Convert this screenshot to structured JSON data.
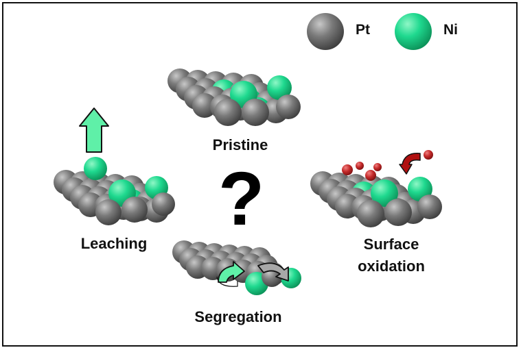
{
  "legend": {
    "items": [
      {
        "symbol": "Pt",
        "color": "#6e6e6e"
      },
      {
        "symbol": "Ni",
        "color": "#1fd98f"
      }
    ]
  },
  "center_mark": "?",
  "states": {
    "pristine": "Pristine",
    "leaching": "Leaching",
    "surface_oxidation": [
      "Surface",
      "oxidation"
    ],
    "segregation": "Segregation"
  },
  "colors": {
    "pt": "#6e6e6e",
    "ni": "#1fd98f",
    "oxygen": "#c42a2a",
    "arrow_red": "#b01010",
    "arrow_green": "#5ff0a8",
    "rotate_gray": "#a8a8a8"
  }
}
